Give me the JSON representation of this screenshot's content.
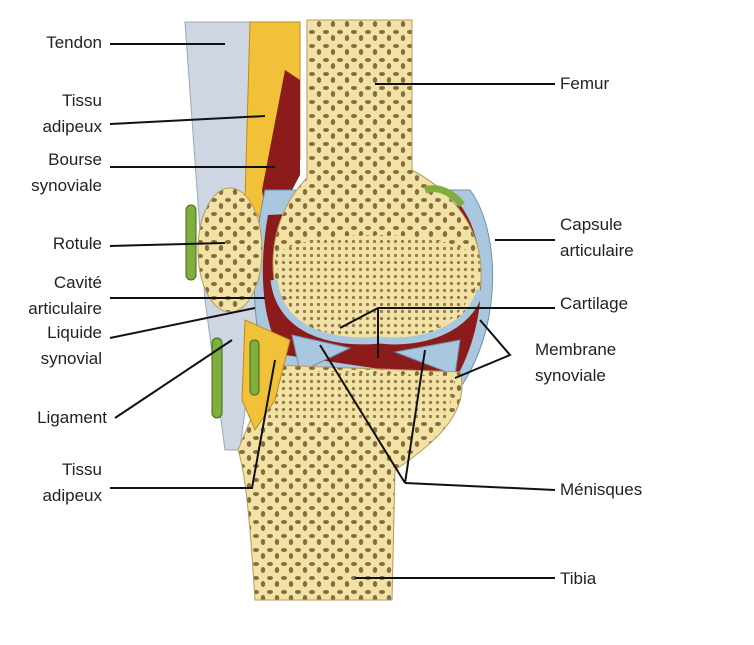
{
  "title": "Knee joint anatomy",
  "labels_left": {
    "tendon": "Tendon",
    "tissu_adipeux_1_a": "Tissu",
    "tissu_adipeux_1_b": "adipeux",
    "bourse_a": "Bourse",
    "bourse_b": "synoviale",
    "rotule": "Rotule",
    "cavite_a": "Cavité",
    "cavite_b": "articulaire",
    "liquide_a": "Liquide",
    "liquide_b": "synovial",
    "ligament": "Ligament",
    "tissu_adipeux_2_a": "Tissu",
    "tissu_adipeux_2_b": "adipeux"
  },
  "labels_right": {
    "femur": "Femur",
    "capsule_a": "Capsule",
    "capsule_b": "articulaire",
    "cartilage": "Cartilage",
    "membrane_a": "Membrane",
    "membrane_b": "synoviale",
    "menisques": "Ménisques",
    "tibia": "Tibia"
  },
  "colors": {
    "bone": "#f1e2a6",
    "spongy": "#8a6a3c",
    "cartilage": "#a9c7de",
    "synovial": "#8c1c1c",
    "fat": "#f2c13a",
    "tendon": "#cdd6e2",
    "ligament": "#7fae3c"
  }
}
